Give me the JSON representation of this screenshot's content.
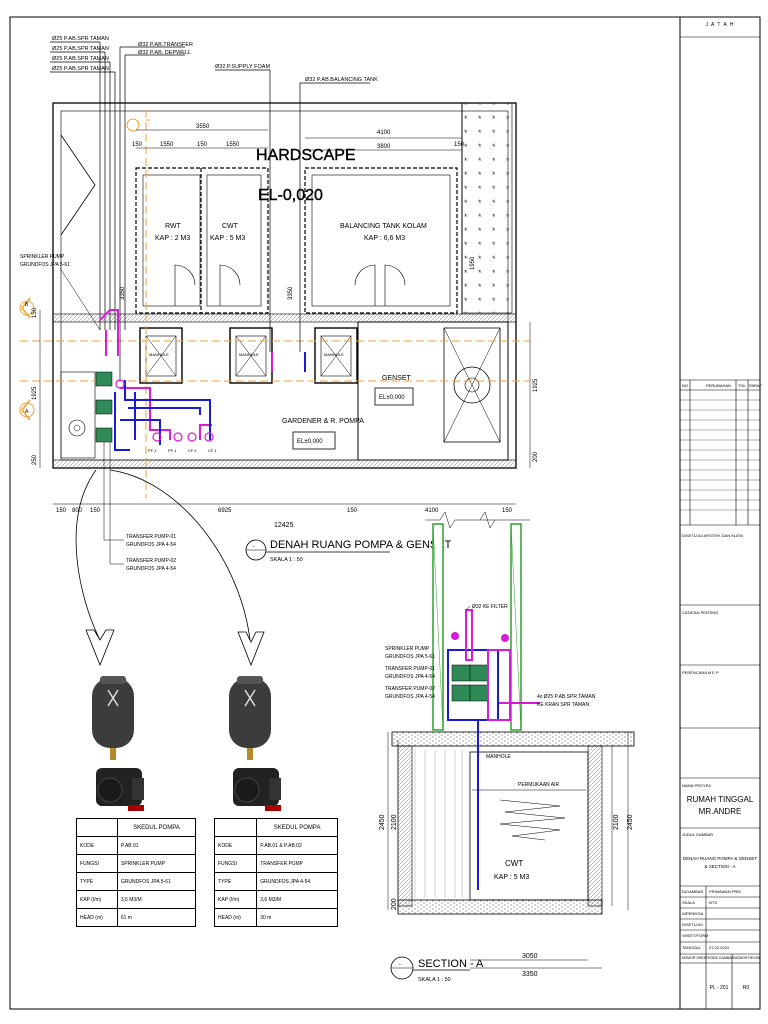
{
  "plan": {
    "title": "DENAH RUANG POMPA & GENSET",
    "scale": "SKALA 1 : 50",
    "marker": "-",
    "pipe_labels": [
      "Ø25 P.AB.SPR TAMAN",
      "Ø25 P.AB.SPR TAMAN",
      "Ø25 P.AB.SPR TAMAN",
      "Ø25 P.AB.SPR TAMAN",
      "Ø32 P.AB.TRANSFER",
      "Ø32 P.AB. DEPWELL",
      "Ø32 P.SUPPLY FOAM",
      "Ø32 P.AB.BALANCING TANK"
    ],
    "hardscape": "HARDSCAPE",
    "hardscape_el": "EL-0,020",
    "rooms": {
      "rwt_name": "RWT",
      "rwt_cap": "KAP : 2 M3",
      "cwt_name": "CWT",
      "cwt_cap": "KAP : 5 M3",
      "bt_name": "BALANCING TANK KOLAM",
      "bt_cap": "KAP : 6,6 M3",
      "genset": "GENSET",
      "genset_el": "EL±0,000",
      "gardener": "GARDENER & R. POMPA",
      "gardener_el": "EL±0,000"
    },
    "manhole": "MANHOLE",
    "sprinkler_pump": [
      "SPRINKLER PUMP",
      "GRUNDFOS JPA 5-61"
    ],
    "transfer_pump": [
      "TRANSFER PUMP-01",
      "GRUNDFOS JPA 4-54",
      "TRANSFER PUMP-02",
      "GRUNDFOS JPA 4-54"
    ],
    "dims_top": [
      "3550",
      "1550",
      "150",
      "1550",
      "150",
      "4100",
      "3800",
      "150"
    ],
    "dims_bottom": [
      "150",
      "800",
      "150",
      "6925",
      "150",
      "4100",
      "150"
    ],
    "dim_total": "12425",
    "dims_left": [
      "150",
      "1925",
      "250"
    ],
    "dims_right": [
      "1925",
      "200"
    ],
    "dim_vertical": [
      "3350",
      "3350",
      "1950"
    ],
    "grid_a": "A",
    "grid_b": "B",
    "pipe_codes": [
      "PF-1",
      "PF-1",
      "CF-1",
      "CF-1"
    ]
  },
  "section": {
    "title": "SECTION - A",
    "scale": "SKALA 1 : 50",
    "marker": "-",
    "filter_label": "Ø32 KE FILTER",
    "pump_labels": [
      "SPRINKLER PUMP",
      "GRUNDFOS JPA 5-61",
      "TRANSFER PUMP-01",
      "GRUNDFOS JPA 4-54",
      "TRANSFER PUMP-02",
      "GRUNDFOS JPA 4-54"
    ],
    "taman_label": [
      "4x Ø25 P.AB.SPR TAMAN",
      "KE KRAN SPR TAMAN"
    ],
    "manhole": "MANHOLE",
    "water_level": "PERMUKAAN AIR",
    "tank_name": "CWT",
    "tank_cap": "KAP : 5 M3",
    "dims_left": [
      "2450",
      "2100",
      "200"
    ],
    "dims_right": [
      "2100",
      "2450"
    ],
    "dims_bottom": [
      "3050",
      "3350"
    ]
  },
  "schedules": [
    {
      "title": "SKEDUL POMPA",
      "rows": [
        {
          "key": "KODE",
          "val": "P.AB.01"
        },
        {
          "key": "FUNGSI",
          "val": "SPRINKLER PUMP"
        },
        {
          "key": "TYPE",
          "val": "GRUNDFOS JPA 5-61"
        },
        {
          "key": "KAP (l/m)",
          "val": "3,6 M3/M"
        },
        {
          "key": "HEAD (m)",
          "val": "61 m"
        }
      ]
    },
    {
      "title": "SKEDUL POMPA",
      "rows": [
        {
          "key": "KODE",
          "val": "P.AB.01 & P.AB.02"
        },
        {
          "key": "FUNGSI",
          "val": "TRANSFER PUMP"
        },
        {
          "key": "TYPE",
          "val": "GRUNDFOS JPA 4-54"
        },
        {
          "key": "KAP (l/m)",
          "val": "3,6 M3/M"
        },
        {
          "key": "HEAD (m)",
          "val": "30 m"
        }
      ]
    }
  ],
  "title_block": {
    "header": "J A T A H",
    "rev_headers": [
      "NO",
      "PERUBAHAN",
      "TGL",
      "PARAF"
    ],
    "label_approval": "DISETUJUI ARSITEK DAN KLIEN",
    "label_remarks": "CATATAN PENTING",
    "label_consultant": "PERENCANA M E P",
    "label_project": "NAMA PROYEK",
    "project_name": "RUMAH TINGGAL",
    "client_name": "MR.ANDRE",
    "label_drawing": "JUDUL GAMBAR",
    "drawing_title": [
      "DENAH RUANG POMPA & GENSET",
      "& SECTION - A"
    ],
    "info_rows": [
      {
        "key": "DIGAMBAR",
        "val": "PRIMAWAN PRM"
      },
      {
        "key": "SKALA",
        "val": "NTS"
      },
      {
        "key": "DIPERIKSA",
        "val": ""
      },
      {
        "key": "DISETUJUI",
        "val": ""
      },
      {
        "key": "SHEET/FORM",
        "val": ""
      },
      {
        "key": "TANGGAL",
        "val": "27.02.2024"
      }
    ],
    "foot_headers": [
      "NOMOR SHEET",
      "KODE GAMBAR",
      "NOMOR REVISI"
    ],
    "sheet_code": "PL - 201",
    "revision": "R0"
  },
  "colors": {
    "pipe_blue": "#1a1ad6",
    "pipe_magenta": "#d81bd8",
    "pump_green": "#2e8b57",
    "axis_orange": "#f0a030",
    "wall_green": "#2ca02c"
  }
}
